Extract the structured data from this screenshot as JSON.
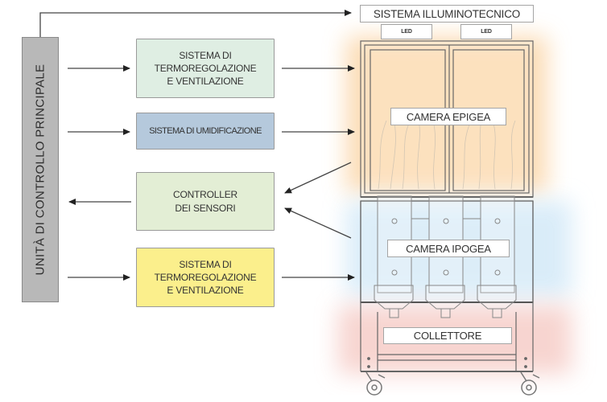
{
  "main_unit": {
    "label": "UNITÀ DI CONTROLLO PRINCIPALE",
    "color": "#b8b8b8"
  },
  "boxes": [
    {
      "id": "thermo-top",
      "label": "SISTEMA DI\nTERMOREGOLAZIONE\nE VENTILAZIONE",
      "color": "#dfeee3"
    },
    {
      "id": "humid",
      "label": "SISTEMA DI UMIDIFICAZIONE",
      "color": "#b5c9dc"
    },
    {
      "id": "sensors",
      "label": "CONTROLLER\nDEI SENSORI",
      "color": "#e3eed5"
    },
    {
      "id": "thermo-bottom",
      "label": "SISTEMA DI\nTERMOREGOLAZIONE\nE VENTILAZIONE",
      "color": "#fbef8c"
    }
  ],
  "cabinet": {
    "lighting_label": "SISTEMA ILLUMINOTECNICO",
    "led_labels": [
      "LED",
      "LED"
    ],
    "upper_chamber_label": "CAMERA EPIGEA",
    "lower_chamber_label": "CAMERA IPOGEA",
    "collector_label": "COLLETTORE",
    "colors": {
      "upper_glow": "#fbd9b0",
      "lower_glow": "#d8ebf7",
      "collector_glow": "#f7d3cf"
    }
  }
}
